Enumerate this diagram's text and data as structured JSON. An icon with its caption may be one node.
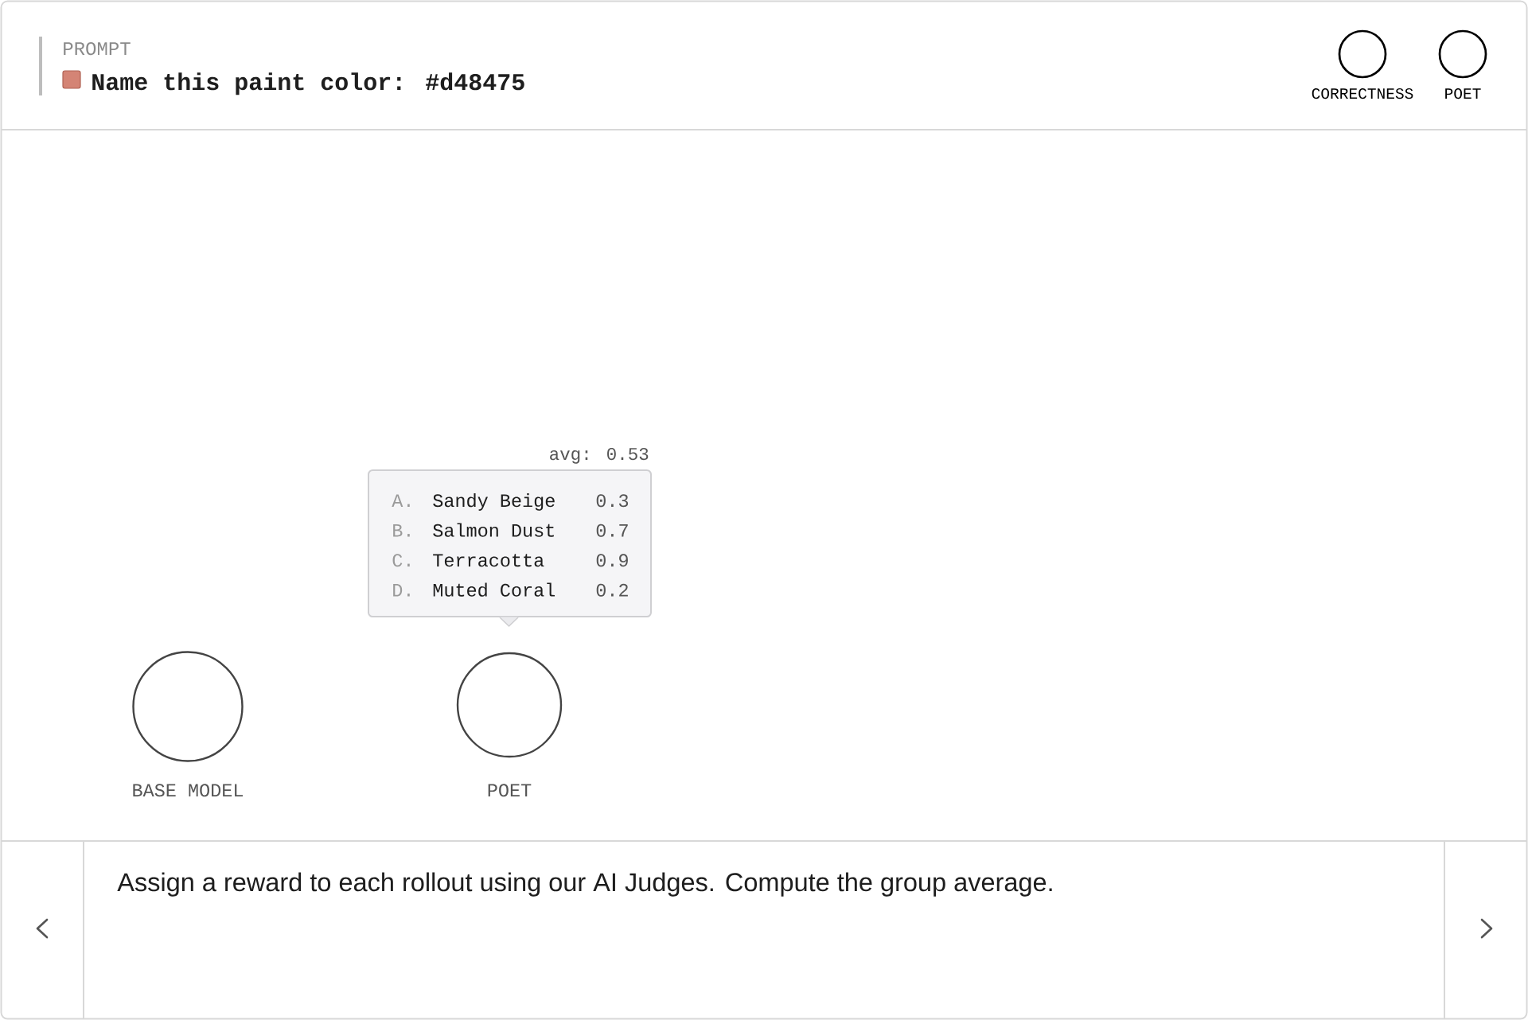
{
  "diagram": {
    "caption": "Assign a reward to each rollout using our AI Judges. Compute the group average.",
    "nodes": [
      {
        "text": [],
        "shape": "circle",
        "beside": [
          "CORRECTNESS"
        ]
      },
      {
        "text": [],
        "shape": "circle",
        "beside": [
          "POET"
        ]
      },
      {
        "text": [
          "A.",
          "Sandy Beige",
          "0.3",
          "B.",
          "Salmon Dust",
          "0.7",
          "C.",
          "Terracotta",
          "0.9",
          "D.",
          "Muted Coral",
          "0.2"
        ],
        "beside": [
          "avg: 0.53"
        ]
      },
      {
        "text": [],
        "shape": "circle",
        "beside": [
          "BASE MODEL"
        ]
      },
      {
        "text": [],
        "shape": "circle",
        "beside": [
          "POET"
        ]
      }
    ],
    "labels": [
      "PROMPT",
      "Name this paint color: #d48475"
    ]
  }
}
